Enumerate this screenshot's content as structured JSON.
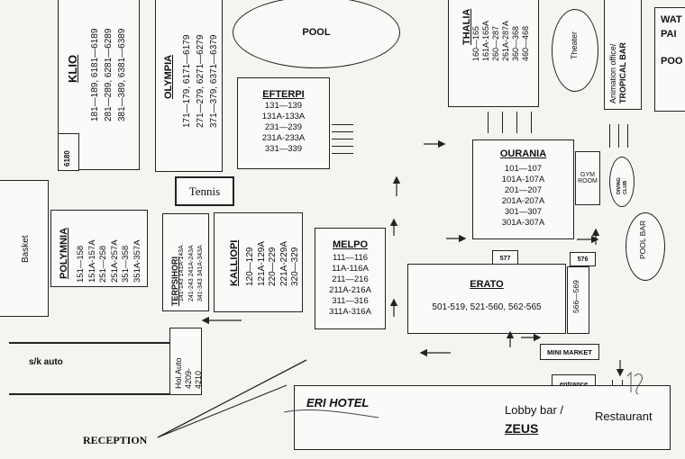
{
  "buildings": {
    "klio": {
      "name": "KLIO",
      "rows": [
        "181—189, 6181—6189",
        "281—289, 6281—6289",
        "381—389, 6381—6389"
      ],
      "code": "6180"
    },
    "olympia": {
      "name": "OLYMPIA",
      "rows": [
        "171—179, 6171—6179",
        "271—279, 6271—6279",
        "371—379, 6371—6379"
      ]
    },
    "efterpi": {
      "name": "EFTERPI",
      "rows": [
        "131—139",
        "131A-133A",
        "231—239",
        "231A-233A",
        "331—339"
      ]
    },
    "thalia": {
      "name": "THALIA",
      "rows": [
        "160—165",
        "161A-165A",
        "260—287",
        "261A-287A",
        "360—368",
        "460—468"
      ]
    },
    "ourania": {
      "name": "OURANIA",
      "rows": [
        "101—107",
        "101A-107A",
        "201—207",
        "201A-207A",
        "301—307",
        "301A-307A"
      ]
    },
    "polymnia": {
      "name": "POLYMNIA",
      "rows": [
        "151—158",
        "151A-157A",
        "251—258",
        "251A-257A",
        "351—358",
        "351A-357A"
      ]
    },
    "terpsihori": {
      "name": "TERPSIHORI",
      "rows": [
        "141-143 141A-143A",
        "241-243 241A-243A",
        "341-343 341A-343A"
      ]
    },
    "kalliopi": {
      "name": "KALLIOPI",
      "rows": [
        "120—129",
        "121A-129A",
        "220—229",
        "221A-229A",
        "320—329"
      ]
    },
    "melpo": {
      "name": "MELPO",
      "rows": [
        "111—116",
        "11A-116A",
        "211—216",
        "211A-216A",
        "311—316",
        "311A-316A"
      ]
    },
    "erato": {
      "name": "ERATO",
      "rows": [
        "501-519, 521-560, 562-565"
      ]
    }
  },
  "facilities": {
    "pool": "POOL",
    "tennis": "Tennis",
    "basket": "Basket",
    "sk_auto": "s/k auto",
    "hol_auto": [
      "Hol.Auto",
      "4209-",
      "4210"
    ],
    "theater": "Theater",
    "animation": [
      "Animation office/",
      "TROPICAL BAR"
    ],
    "gym": [
      "GYM",
      "ROOM"
    ],
    "diving": [
      "DIVING",
      "CLUB"
    ],
    "pool_bar": "POOL BAR",
    "mini_market": "MINI MARKET",
    "entrance": "entrance",
    "water_park": [
      "WAT",
      "PAI",
      "POO"
    ],
    "room_577": "577",
    "room_576": "576",
    "room_566": "566—569",
    "reception": "RECEPTION",
    "hotel": {
      "name": "ERI HOTEL",
      "lobby": "Lobby bar /",
      "restaurant": "Restaurant",
      "zeus": "ZEUS"
    }
  }
}
